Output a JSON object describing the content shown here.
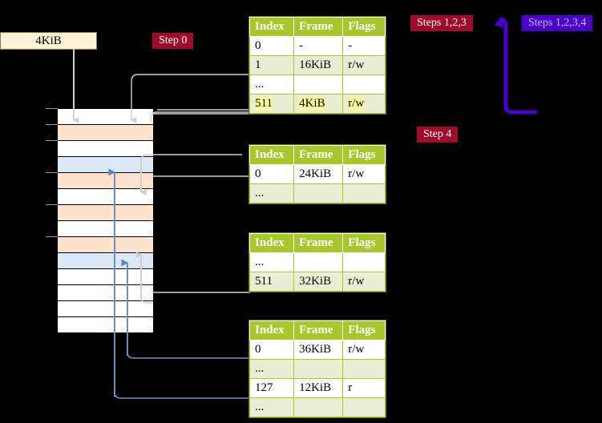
{
  "diagram": {
    "title_labels": {
      "step0": "Step 0",
      "steps123": "Steps 1,2,3",
      "steps1234": "Steps 1,2,3,4",
      "step4": "Step 4"
    },
    "frame_box": {
      "label": "4KiB"
    },
    "columns": [
      "Index",
      "Frame",
      "Flags"
    ],
    "tables": [
      {
        "name": "pml4-table",
        "rows": [
          {
            "index": "0",
            "frame": "-",
            "flags": "-",
            "style": "plain",
            "highlight": false
          },
          {
            "index": "1",
            "frame": "16KiB",
            "flags": "r/w",
            "style": "alt",
            "highlight": false
          },
          {
            "index": "...",
            "frame": "",
            "flags": "",
            "style": "plain",
            "highlight": false
          },
          {
            "index": "511",
            "frame": "4KiB",
            "flags": "r/w",
            "style": "alt",
            "highlight": true
          }
        ]
      },
      {
        "name": "pdp-table",
        "rows": [
          {
            "index": "0",
            "frame": "24KiB",
            "flags": "r/w",
            "style": "plain",
            "highlight": false
          },
          {
            "index": "...",
            "frame": "",
            "flags": "",
            "style": "alt",
            "highlight": false
          }
        ]
      },
      {
        "name": "pd-table",
        "rows": [
          {
            "index": "...",
            "frame": "",
            "flags": "",
            "style": "plain",
            "highlight": false
          },
          {
            "index": "511",
            "frame": "32KiB",
            "flags": "r/w",
            "style": "alt",
            "highlight": false
          }
        ]
      },
      {
        "name": "pt-table",
        "rows": [
          {
            "index": "0",
            "frame": "36KiB",
            "flags": "r/w",
            "style": "plain",
            "highlight": false
          },
          {
            "index": "...",
            "frame": "",
            "flags": "",
            "style": "alt",
            "highlight": false
          },
          {
            "index": "127",
            "frame": "12KiB",
            "flags": "r",
            "style": "plain",
            "highlight": false
          },
          {
            "index": "...",
            "frame": "",
            "flags": "",
            "style": "alt",
            "highlight": false
          }
        ]
      }
    ],
    "memory_rows": [
      {
        "fill": "white"
      },
      {
        "fill": "orange"
      },
      {
        "fill": "white"
      },
      {
        "fill": "blue"
      },
      {
        "fill": "orange"
      },
      {
        "fill": "white"
      },
      {
        "fill": "orange"
      },
      {
        "fill": "white"
      },
      {
        "fill": "orange"
      },
      {
        "fill": "blue"
      },
      {
        "fill": "white"
      },
      {
        "fill": "white"
      },
      {
        "fill": "white"
      },
      {
        "fill": "white"
      }
    ],
    "colors": {
      "header_green": "#a8c72c",
      "row_alt": "#e9eed2",
      "highlight_yellow": "#ffff99",
      "chip_red": "#9e0b2b",
      "chip_blue": "#4b00c8",
      "frame_box": "#fdf2d8",
      "mem_orange": "#fde3cd",
      "mem_blue": "#dbe8f7",
      "connector_gray": "#c9c9c9",
      "connector_blue": "#6d8fc4"
    }
  }
}
